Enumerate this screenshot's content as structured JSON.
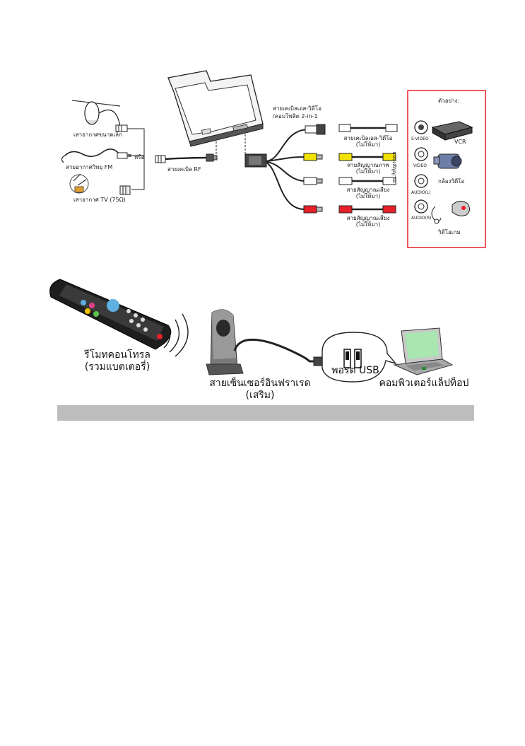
{
  "top": {
    "example_header": "ตัวอย่าง:",
    "sources": {
      "mini_antenna": "เสาอากาศขนาดเล็ก",
      "fm_antenna": "สายอากาศวิทยุ FM",
      "tv_antenna": "เสาอากาศ TV (75Ω)",
      "or": "หรือ",
      "rf_cable": "สายเคเบิล RF"
    },
    "combo_cable": [
      "สายเคเบิลเอส-วิดีโอ",
      "/คอมโพสิต 2-in-1"
    ],
    "cables": [
      {
        "line1": "สายเคเบิลเอส-วิดีโอ",
        "line2": "(ไม่ให้มา)"
      },
      {
        "line1": "สายสัญญาณภาพ",
        "line2": "(ไม่ให้มา)"
      },
      {
        "line1": "สายสัญญาณเสียง",
        "line2": "(ไม่ให้มา)"
      },
      {
        "line1": "สายสัญญาณเสียง",
        "line2": "(ไม่ให้มา)"
      }
    ],
    "panel_label": "แหล่งสัญญาณ",
    "ports": [
      "S-VIDEO",
      "VIDEO",
      "AUDIO(L)",
      "AUDIO(R)"
    ],
    "devices": [
      "VCR",
      "กล้องวิดีโอ",
      "วิดีโอเกม"
    ],
    "colors": {
      "panel_border": "#e8202a",
      "video": "#f2e200",
      "audio_l": "#ffffff",
      "audio_r": "#e8202a"
    }
  },
  "bottom": {
    "remote": [
      "รีโมทคอนโทรล",
      "(รวมแบตเตอรี่)"
    ],
    "ir_sensor": [
      "สายเซ็นเซอร์อินฟราเรด",
      "(เสริม)"
    ],
    "usb_port": "พอรต USB",
    "laptop": "คอมพิวเตอร์แล็ปท็อป"
  }
}
